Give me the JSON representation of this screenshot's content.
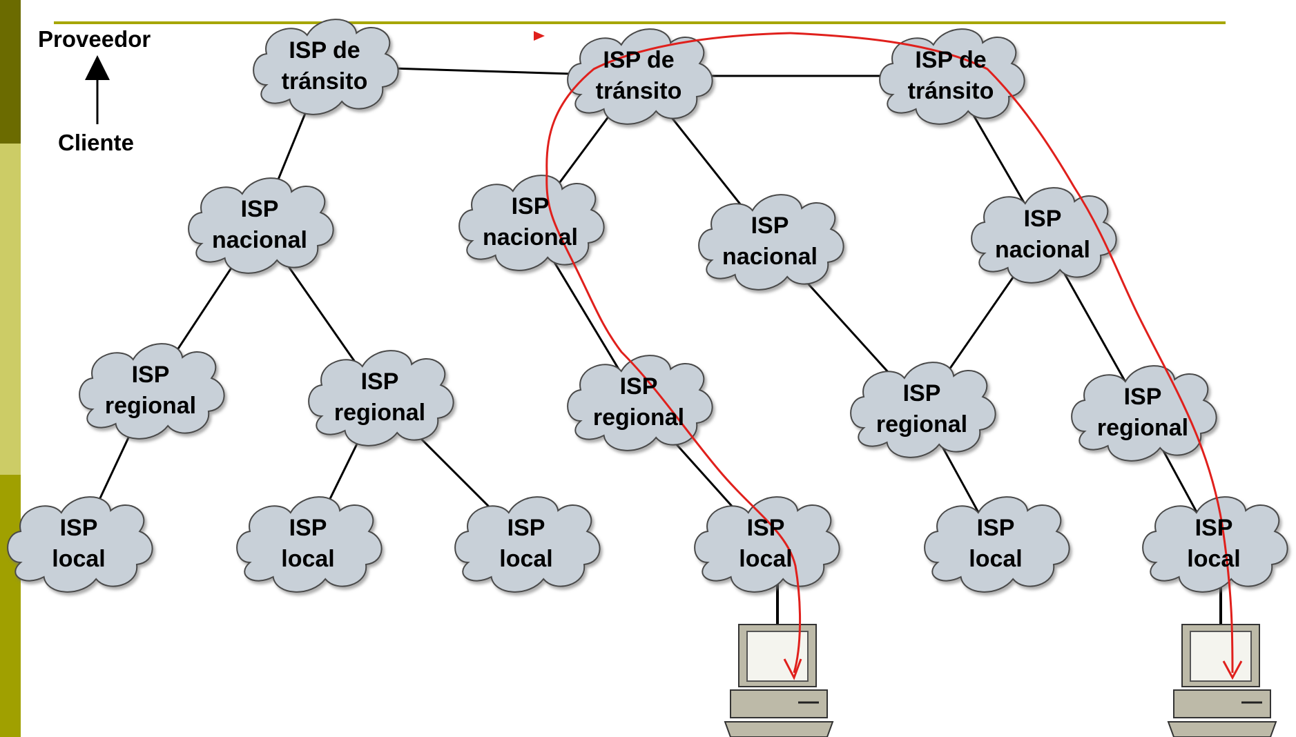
{
  "colors": {
    "sidebar_top": "#6b6b00",
    "sidebar_mid": "#cccc66",
    "sidebar_bottom": "#a0a000",
    "header_line": "#a6a600",
    "cloud_fill": "#c8d0d8",
    "cloud_stroke": "#4a4a4a",
    "link": "#000000",
    "path": "#e0201c",
    "computer": "#bdbaa8"
  },
  "legend": {
    "provider": "Proveedor",
    "customer": "Cliente"
  },
  "nodes": [
    {
      "id": "t1",
      "line1": "ISP de",
      "line2": "tránsito"
    },
    {
      "id": "t2",
      "line1": "ISP de",
      "line2": "tránsito"
    },
    {
      "id": "t3",
      "line1": "ISP de",
      "line2": "tránsito"
    },
    {
      "id": "n1",
      "line1": "ISP",
      "line2": "nacional"
    },
    {
      "id": "n2",
      "line1": "ISP",
      "line2": "nacional"
    },
    {
      "id": "n3",
      "line1": "ISP",
      "line2": "nacional"
    },
    {
      "id": "n4",
      "line1": "ISP",
      "line2": "nacional"
    },
    {
      "id": "r1",
      "line1": "ISP",
      "line2": "regional"
    },
    {
      "id": "r2",
      "line1": "ISP",
      "line2": "regional"
    },
    {
      "id": "r3",
      "line1": "ISP",
      "line2": "regional"
    },
    {
      "id": "r4",
      "line1": "ISP",
      "line2": "regional"
    },
    {
      "id": "r5",
      "line1": "ISP",
      "line2": "regional"
    },
    {
      "id": "l1",
      "line1": "ISP",
      "line2": "local"
    },
    {
      "id": "l2",
      "line1": "ISP",
      "line2": "local"
    },
    {
      "id": "l3",
      "line1": "ISP",
      "line2": "local"
    },
    {
      "id": "l4",
      "line1": "ISP",
      "line2": "local"
    },
    {
      "id": "l5",
      "line1": "ISP",
      "line2": "local"
    },
    {
      "id": "l6",
      "line1": "ISP",
      "line2": "local"
    }
  ],
  "links": [
    [
      "t1",
      "t2"
    ],
    [
      "t2",
      "t3"
    ],
    [
      "t1",
      "n1"
    ],
    [
      "t2",
      "n2"
    ],
    [
      "t2",
      "n3"
    ],
    [
      "t3",
      "n4"
    ],
    [
      "n1",
      "r1"
    ],
    [
      "n1",
      "r2"
    ],
    [
      "n2",
      "r3"
    ],
    [
      "n3",
      "r4"
    ],
    [
      "n4",
      "r4"
    ],
    [
      "n4",
      "r5"
    ],
    [
      "r1",
      "l1"
    ],
    [
      "r2",
      "l2"
    ],
    [
      "r2",
      "l3"
    ],
    [
      "r3",
      "l4"
    ],
    [
      "r4",
      "l5"
    ],
    [
      "r5",
      "l6"
    ]
  ],
  "hosts": [
    {
      "id": "pc1",
      "attached_to": "l4"
    },
    {
      "id": "pc2",
      "attached_to": "l6"
    }
  ]
}
